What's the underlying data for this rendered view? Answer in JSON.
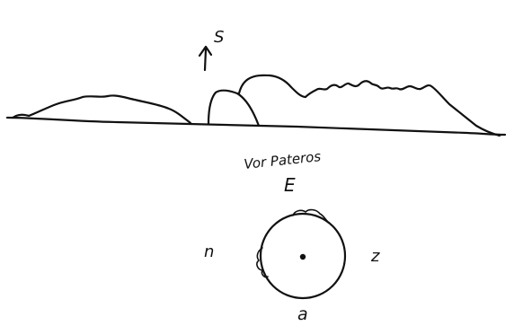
{
  "labels": {
    "arrow_label": "S",
    "caption": "Vor Pateros",
    "top_letter": "E",
    "left_letter": "n",
    "right_letter": "z",
    "bottom_letter": "a"
  },
  "colors": {
    "ink": "#111111",
    "paper": "#ffffff"
  }
}
